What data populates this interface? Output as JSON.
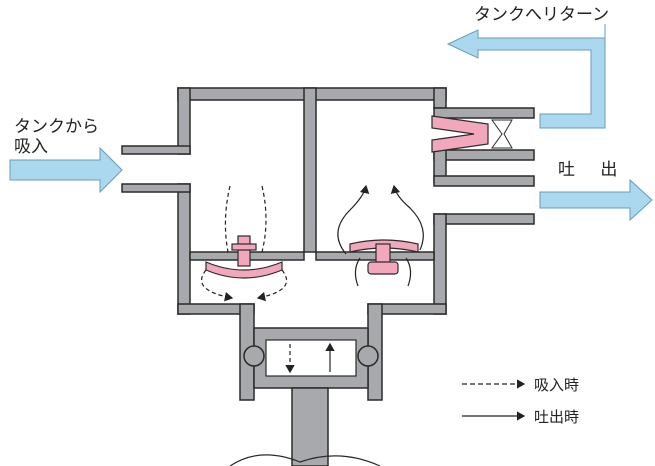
{
  "labels": {
    "return_to_tank": "タンクへリターン",
    "intake_line1": "タンクから",
    "intake_line2": "吸入",
    "discharge": "吐 出",
    "legend_suction": "吸入時",
    "legend_discharge": "吐出時"
  },
  "colors": {
    "casing_fill": "#a7a9ac",
    "casing_stroke": "#2b2b2b",
    "flow_arrow": "#a9d8ef",
    "valve": "#f2a7bd",
    "text": "#222222"
  },
  "icons": {
    "flow_arrows": "arrow-icon",
    "legend_dashed": "dashed-arrow-icon",
    "legend_solid": "solid-arrow-icon"
  }
}
